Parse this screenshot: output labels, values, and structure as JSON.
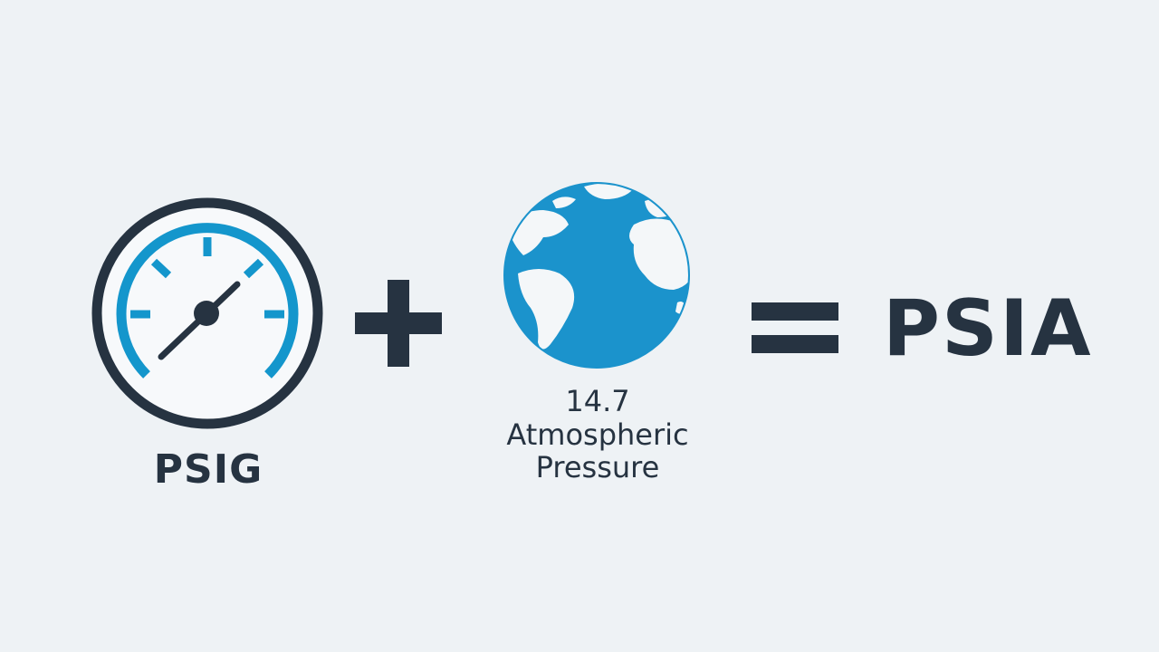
{
  "diagram": {
    "gauge": {
      "icon": "pressure-gauge-icon",
      "label": "PSIG"
    },
    "operator_plus": "plus-icon",
    "atmosphere": {
      "icon": "globe-icon",
      "value": "14.7",
      "label_line1": "Atmospheric",
      "label_line2": "Pressure"
    },
    "operator_equals": "equals-icon",
    "result": {
      "label": "PSIA"
    }
  },
  "colors": {
    "background": "#eef2f5",
    "dark": "#263341",
    "accent_blue": "#1496cc",
    "globe_blue": "#1b93cc",
    "land_white": "#f4f7f9"
  }
}
